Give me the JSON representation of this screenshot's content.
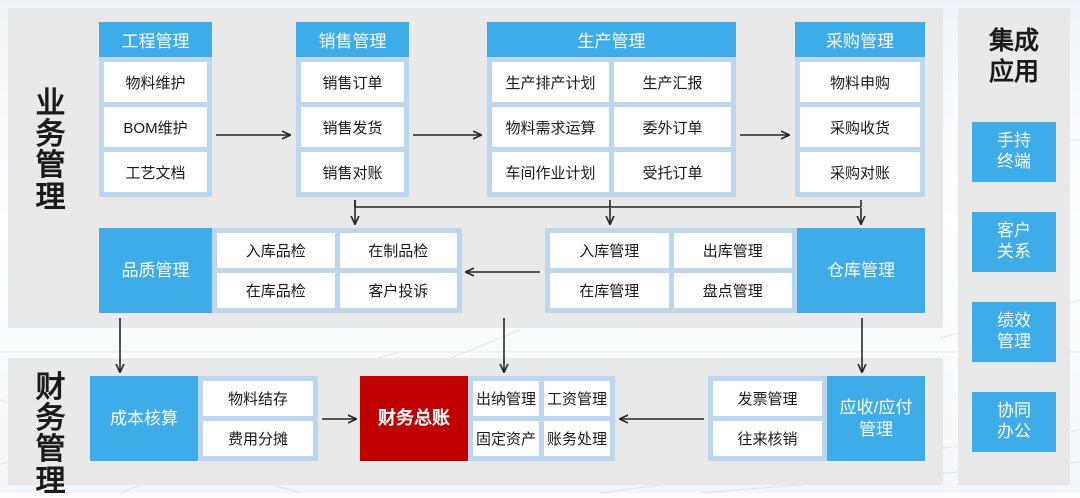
{
  "sections": {
    "business": {
      "label": "业务管理"
    },
    "finance": {
      "label": "财务管理"
    },
    "apps": {
      "title": "集成\n应用"
    }
  },
  "business_row1": [
    {
      "name": "engineering",
      "header": "工程管理",
      "cells": [
        "物料维护",
        "BOM维护",
        "工艺文档"
      ]
    },
    {
      "name": "sales",
      "header": "销售管理",
      "cells": [
        "销售订单",
        "销售发货",
        "销售对账"
      ]
    },
    {
      "name": "production",
      "header": "生产管理",
      "cells": [
        "生产排产计划",
        "生产汇报",
        "物料需求运算",
        "委外订单",
        "车间作业计划",
        "受托订单"
      ]
    },
    {
      "name": "purchase",
      "header": "采购管理",
      "cells": [
        "物料申购",
        "采购收货",
        "采购对账"
      ]
    }
  ],
  "business_row2": [
    {
      "name": "quality",
      "header": "品质管理",
      "header_side": "left",
      "cells": [
        "入库品检",
        "在制品检",
        "在库品检",
        "客户投诉"
      ]
    },
    {
      "name": "warehouse",
      "header": "仓库管理",
      "header_side": "right",
      "cells": [
        "入库管理",
        "出库管理",
        "在库管理",
        "盘点管理"
      ]
    }
  ],
  "finance_row": [
    {
      "name": "cost",
      "header": "成本核算",
      "header_side": "left",
      "accent": "blue",
      "cells": [
        "物料结存",
        "费用分摊"
      ]
    },
    {
      "name": "ledger",
      "header": "财务总账",
      "header_side": "left",
      "accent": "red",
      "cells": [
        "出纳管理",
        "工资管理",
        "固定资产",
        "账务处理"
      ]
    },
    {
      "name": "ar-ap",
      "header": "应收/应付\n管理",
      "header_side": "right",
      "accent": "blue",
      "cells": [
        "发票管理",
        "往来核销"
      ]
    }
  ],
  "apps": [
    {
      "label": "手持\n终端"
    },
    {
      "label": "客户\n关系"
    },
    {
      "label": "绩效\n管理"
    },
    {
      "label": "协同\n办公"
    }
  ],
  "colors": {
    "accent_blue": "#3dace9",
    "panel_blue": "#bdd7ee",
    "accent_red": "#c00000",
    "section_gray": "#e9e9e9",
    "cell_white": "#ffffff",
    "text_dark": "#1a1a1a",
    "arrow": "#262626"
  },
  "connectors": [
    {
      "name": "engineering-to-sales",
      "dir": "right"
    },
    {
      "name": "sales-to-production",
      "dir": "right"
    },
    {
      "name": "production-to-purchase",
      "dir": "right"
    },
    {
      "name": "row1-to-row2-bus",
      "dir": "down"
    },
    {
      "name": "warehouse-to-quality",
      "dir": "left"
    },
    {
      "name": "quality-to-cost",
      "dir": "down"
    },
    {
      "name": "warehouse-to-ledger",
      "dir": "down"
    },
    {
      "name": "purchase-to-ar-ap",
      "dir": "down"
    },
    {
      "name": "cost-to-ledger",
      "dir": "right"
    },
    {
      "name": "ar-ap-to-ledger",
      "dir": "left"
    }
  ]
}
